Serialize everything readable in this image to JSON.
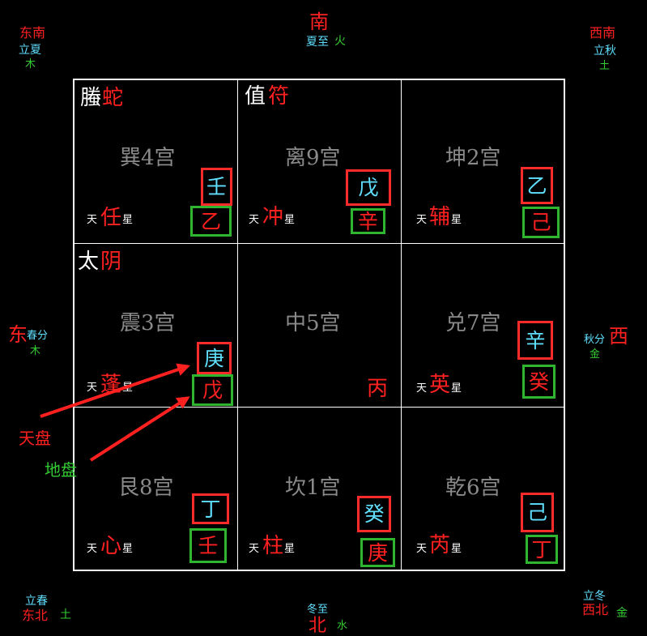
{
  "directions": {
    "south": {
      "name": "南",
      "term": "夏至",
      "element": "火"
    },
    "north": {
      "name": "北",
      "term": "冬至",
      "element": "水"
    },
    "east": {
      "name": "东",
      "term": "春分",
      "element": "木"
    },
    "west": {
      "name": "西",
      "term": "秋分",
      "element": "金"
    },
    "southeast": {
      "name": "东南",
      "term": "立夏",
      "element": "木"
    },
    "southwest": {
      "name": "西南",
      "term": "立秋",
      "element": "土"
    },
    "northeast": {
      "name": "东北",
      "term": "立春",
      "element": "土"
    },
    "northwest": {
      "name": "西北",
      "term": "立冬",
      "element": "金"
    }
  },
  "palaces": {
    "xun": {
      "god_a": "螣",
      "god_b": "蛇",
      "palace": "巽4宫",
      "star_prefix": "天",
      "star": "任",
      "star_suffix": "星",
      "heaven": "壬",
      "earth": "乙"
    },
    "li": {
      "god_a": "值",
      "god_b": "符",
      "palace": "离9宫",
      "star_prefix": "天",
      "star": "冲",
      "star_suffix": "星",
      "heaven": "戊",
      "earth": "辛"
    },
    "kun": {
      "palace": "坤2宫",
      "star_prefix": "天",
      "star": "辅",
      "star_suffix": "星",
      "heaven": "乙",
      "earth": "己"
    },
    "zhen": {
      "god_a": "太",
      "god_b": "阴",
      "palace": "震3宫",
      "star_prefix": "天",
      "star": "蓬",
      "star_suffix": "星",
      "heaven": "庚",
      "earth": "戊"
    },
    "center": {
      "palace": "中5宫",
      "stem": "丙"
    },
    "dui": {
      "palace": "兑7宫",
      "star_prefix": "天",
      "star": "英",
      "star_suffix": "星",
      "heaven": "辛",
      "earth": "癸"
    },
    "gen": {
      "palace": "艮8宫",
      "star_prefix": "天",
      "star": "心",
      "star_suffix": "星",
      "heaven": "丁",
      "earth": "壬"
    },
    "kan": {
      "palace": "坎1宫",
      "star_prefix": "天",
      "star": "柱",
      "star_suffix": "星",
      "heaven": "癸",
      "earth": "庚"
    },
    "qian": {
      "palace": "乾6宫",
      "star_prefix": "天",
      "star": "芮",
      "star_suffix": "星",
      "heaven": "己",
      "earth": "丁"
    }
  },
  "annotations": {
    "heaven_plate": "天盘",
    "earth_plate": "地盘"
  },
  "colors": {
    "background": "#000000",
    "red": "#ff2020",
    "cyan": "#5fe0ff",
    "green": "#33cc33",
    "gray": "#8a8a8a",
    "white": "#ffffff"
  }
}
